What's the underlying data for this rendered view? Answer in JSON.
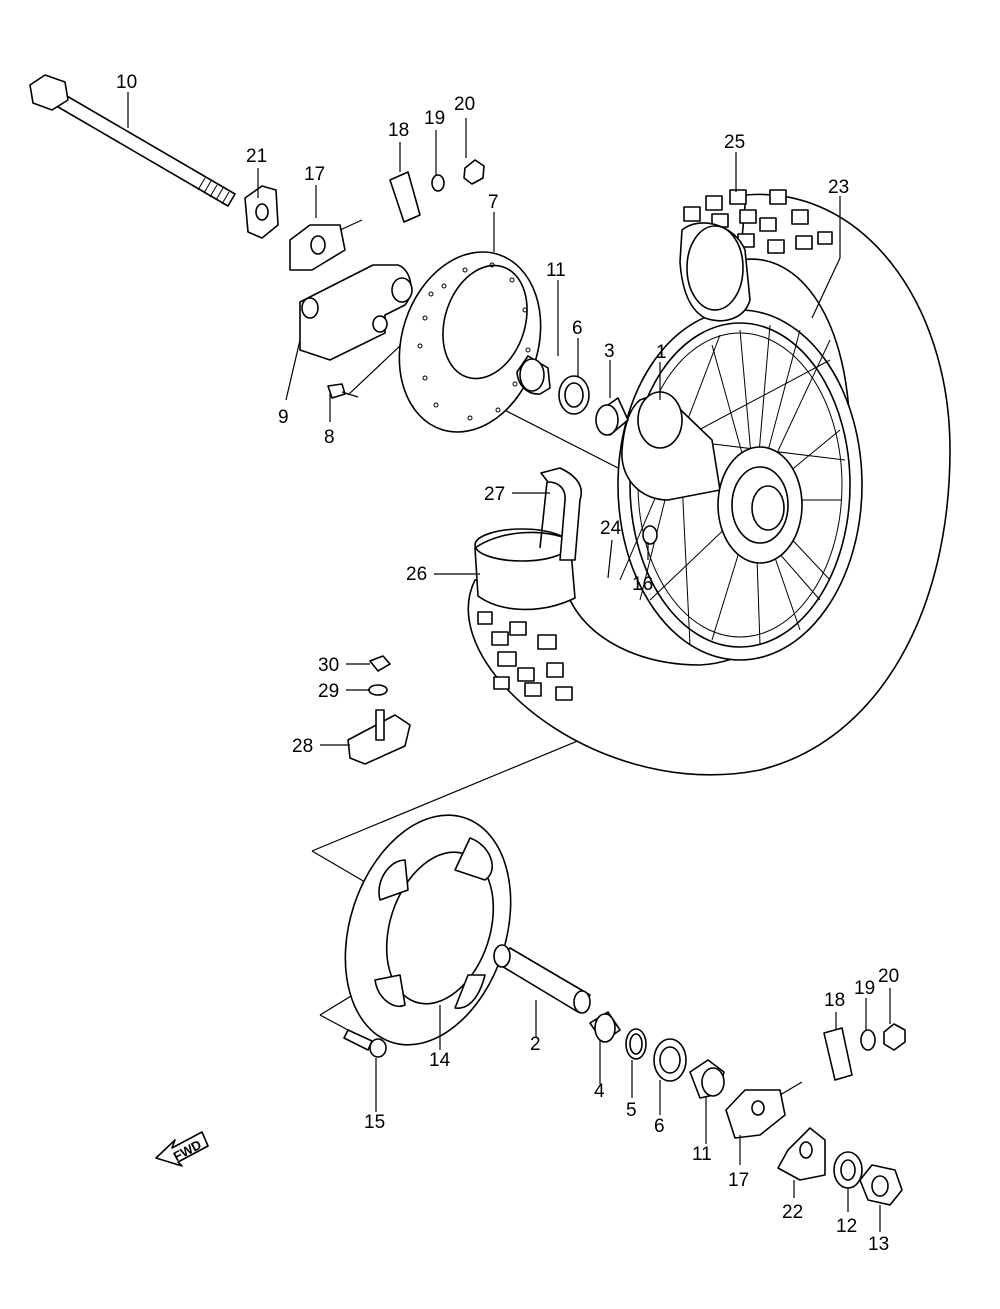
{
  "diagram": {
    "callouts": {
      "c1": "1",
      "c2": "2",
      "c3": "3",
      "c4": "4",
      "c5": "5",
      "c6a": "6",
      "c6b": "6",
      "c7": "7",
      "c8": "8",
      "c9": "9",
      "c10": "10",
      "c11a": "11",
      "c11b": "11",
      "c12": "12",
      "c13": "13",
      "c14": "14",
      "c15": "15",
      "c16": "16",
      "c17a": "17",
      "c17b": "17",
      "c18a": "18",
      "c18b": "18",
      "c19a": "19",
      "c19b": "19",
      "c20a": "20",
      "c20b": "20",
      "c21": "21",
      "c22": "22",
      "c23": "23",
      "c24": "24",
      "c25": "25",
      "c26": "26",
      "c27": "27",
      "c28": "28",
      "c29": "29",
      "c30": "30"
    },
    "fwd_label": "FWD"
  }
}
